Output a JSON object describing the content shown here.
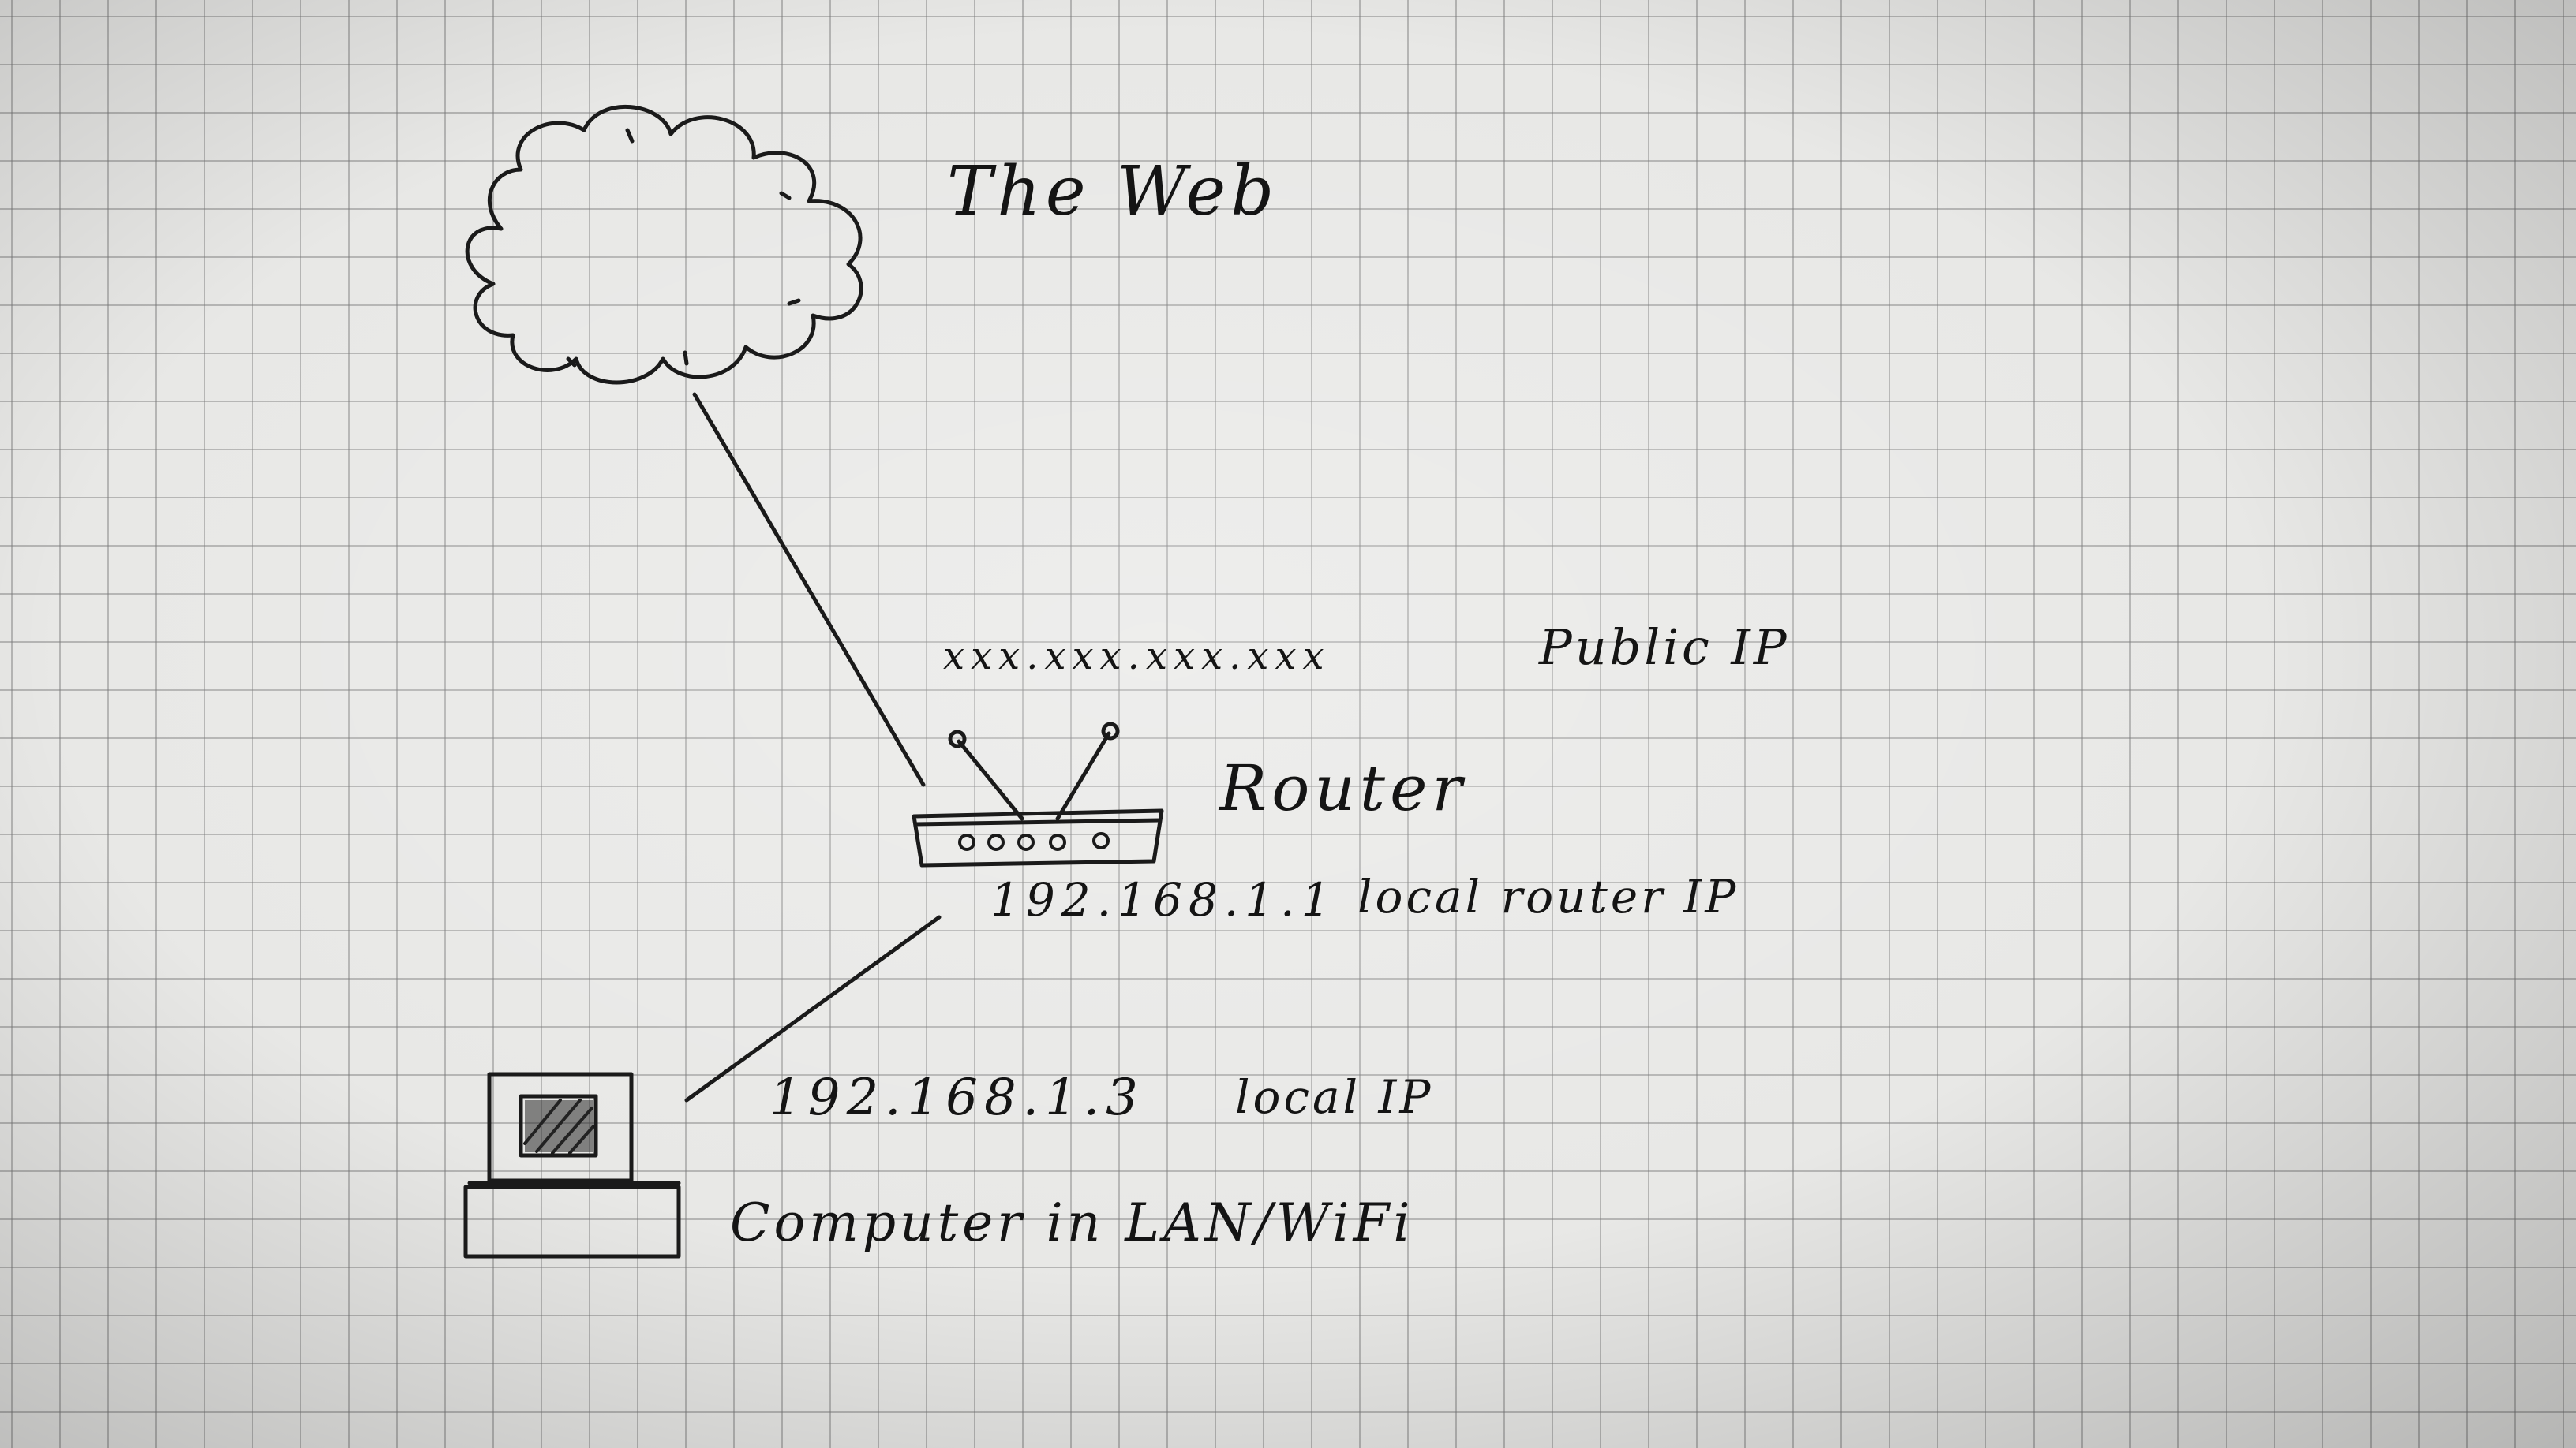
{
  "diagram": {
    "nodes": {
      "web": {
        "label": "The Web"
      },
      "router": {
        "label": "Router",
        "public_ip": "xxx.xxx.xxx.xxx",
        "public_ip_label": "Public IP",
        "local_ip": "192.168.1.1",
        "local_ip_label": "local router IP"
      },
      "computer": {
        "label": "Computer in LAN/WiFi",
        "local_ip": "192.168.1.3",
        "local_ip_label": "local IP"
      }
    },
    "edges": [
      {
        "from": "web",
        "to": "router"
      },
      {
        "from": "router",
        "to": "computer"
      }
    ],
    "colors": {
      "paper": "#e8e8e6",
      "grid": "#8a8a8a",
      "ink": "#1a1a1a"
    }
  }
}
